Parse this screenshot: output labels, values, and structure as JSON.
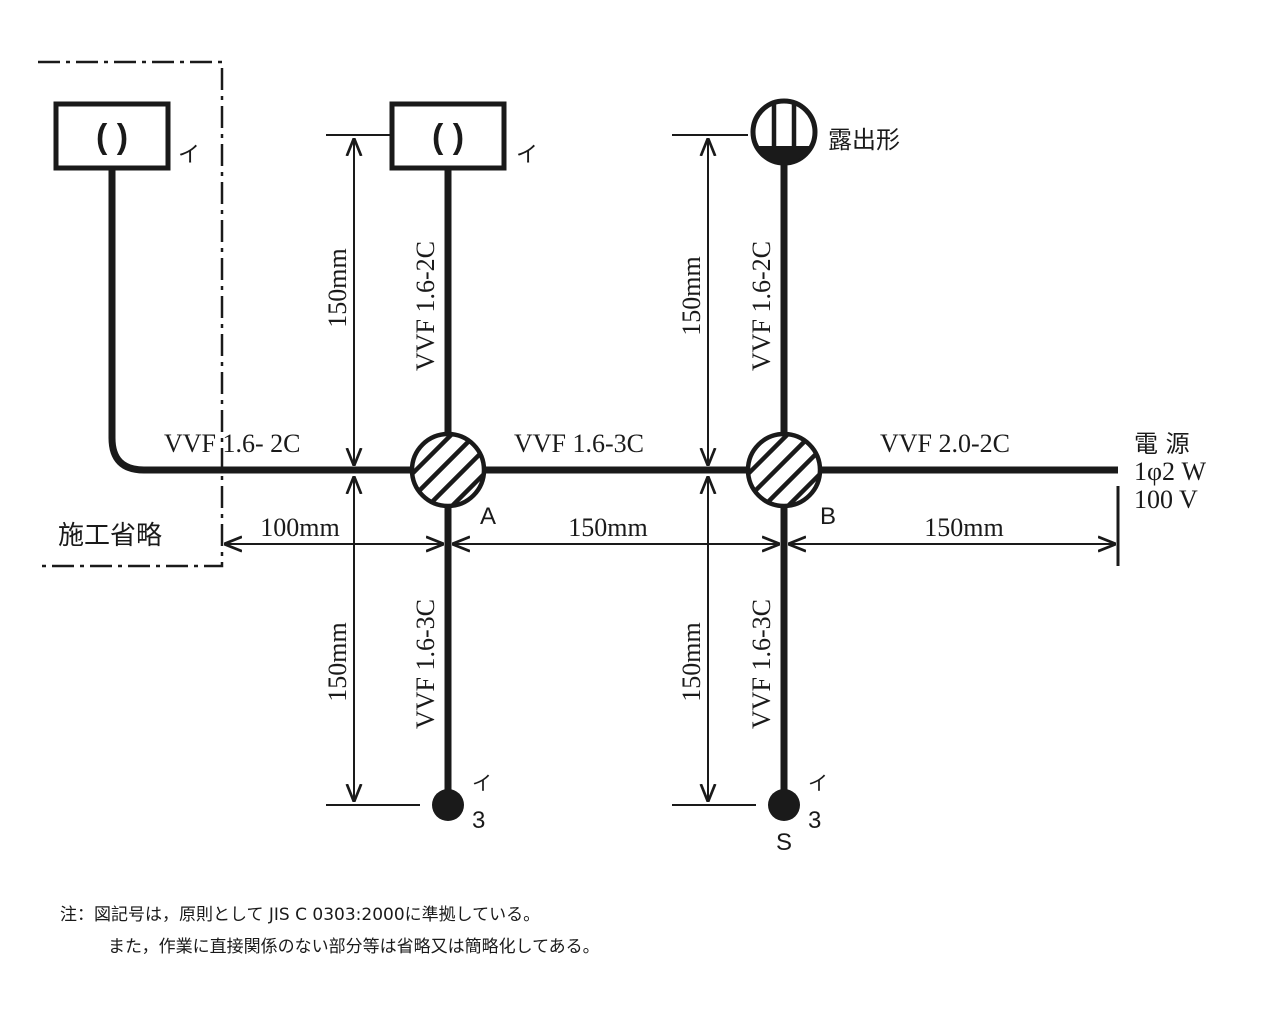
{
  "labels": {
    "lamp_left_symbol": "( )",
    "lamp_left_tag": "イ",
    "lamp_center_symbol": "( )",
    "lamp_center_tag": "イ",
    "receptacle_label": "露出形",
    "wire_left_horizontal": "VVF 1.6- 2C",
    "wire_a_top": "VVF 1.6-2C",
    "wire_ab": "VVF 1.6-3C",
    "wire_b_top": "VVF 1.6-2C",
    "wire_power": "VVF 2.0-2C",
    "wire_a_bottom": "VVF 1.6-3C",
    "wire_b_bottom": "VVF 1.6-3C",
    "junction_a": "A",
    "junction_b": "B",
    "power_title": "電 源",
    "power_phase": "1φ2 W",
    "power_voltage": "100 V",
    "omitted": "施工省略",
    "switch_a_tag": "イ",
    "switch_a_num": "3",
    "switch_b_tag": "イ",
    "switch_b_num": "3",
    "switch_b_s": "S"
  },
  "dimensions": {
    "left_to_a": "100mm",
    "a_to_b": "150mm",
    "b_to_power": "150mm",
    "a_up": "150mm",
    "b_up": "150mm",
    "a_down": "150mm",
    "b_down": "150mm"
  },
  "notes": {
    "line1": "注：図記号は，原則として JIS C 0303:2000に準拠している。",
    "line2": "また，作業に直接関係のない部分等は省略又は簡略化してある。"
  }
}
